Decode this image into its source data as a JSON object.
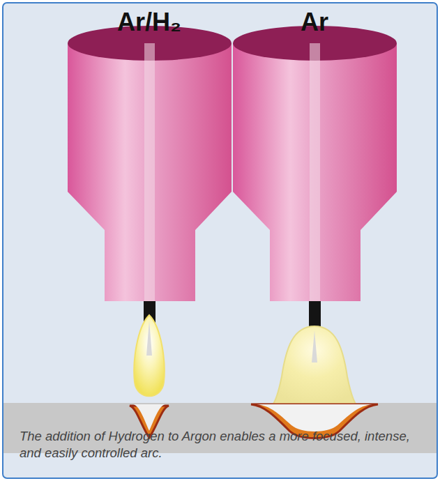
{
  "diagram": {
    "caption": "The addition of Hydrogen to Argon enables a more focused, intense, and easily controlled arc.",
    "labels": [
      "Ar/H₂",
      "Ar"
    ]
  }
}
